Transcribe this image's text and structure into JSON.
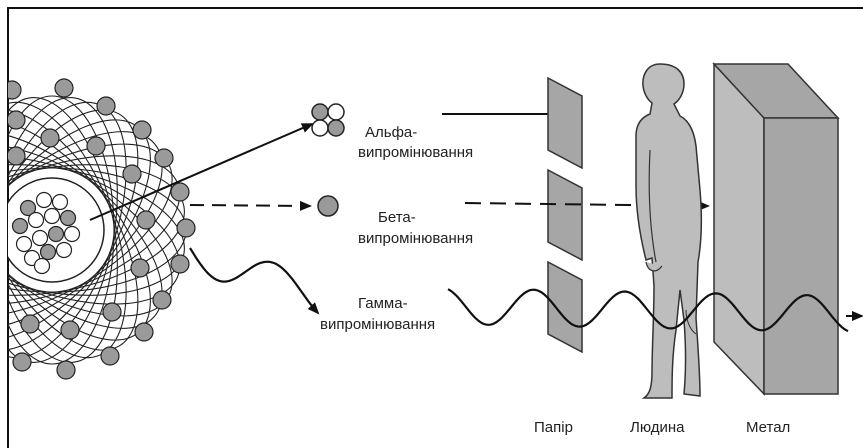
{
  "radiation": {
    "alpha": {
      "line1": "Альфа-",
      "line2": "випромінювання"
    },
    "beta": {
      "line1": "Бета-",
      "line2": "випромінювання"
    },
    "gamma": {
      "line1": "Гамма-",
      "line2": "випромінювання"
    }
  },
  "barriers": {
    "paper": "Папір",
    "human": "Людина",
    "metal": "Метал"
  },
  "colors": {
    "particle": "#9a9a9a",
    "barrier": "#a6a6a6",
    "human": "#bdbdbd",
    "line": "#111111"
  }
}
